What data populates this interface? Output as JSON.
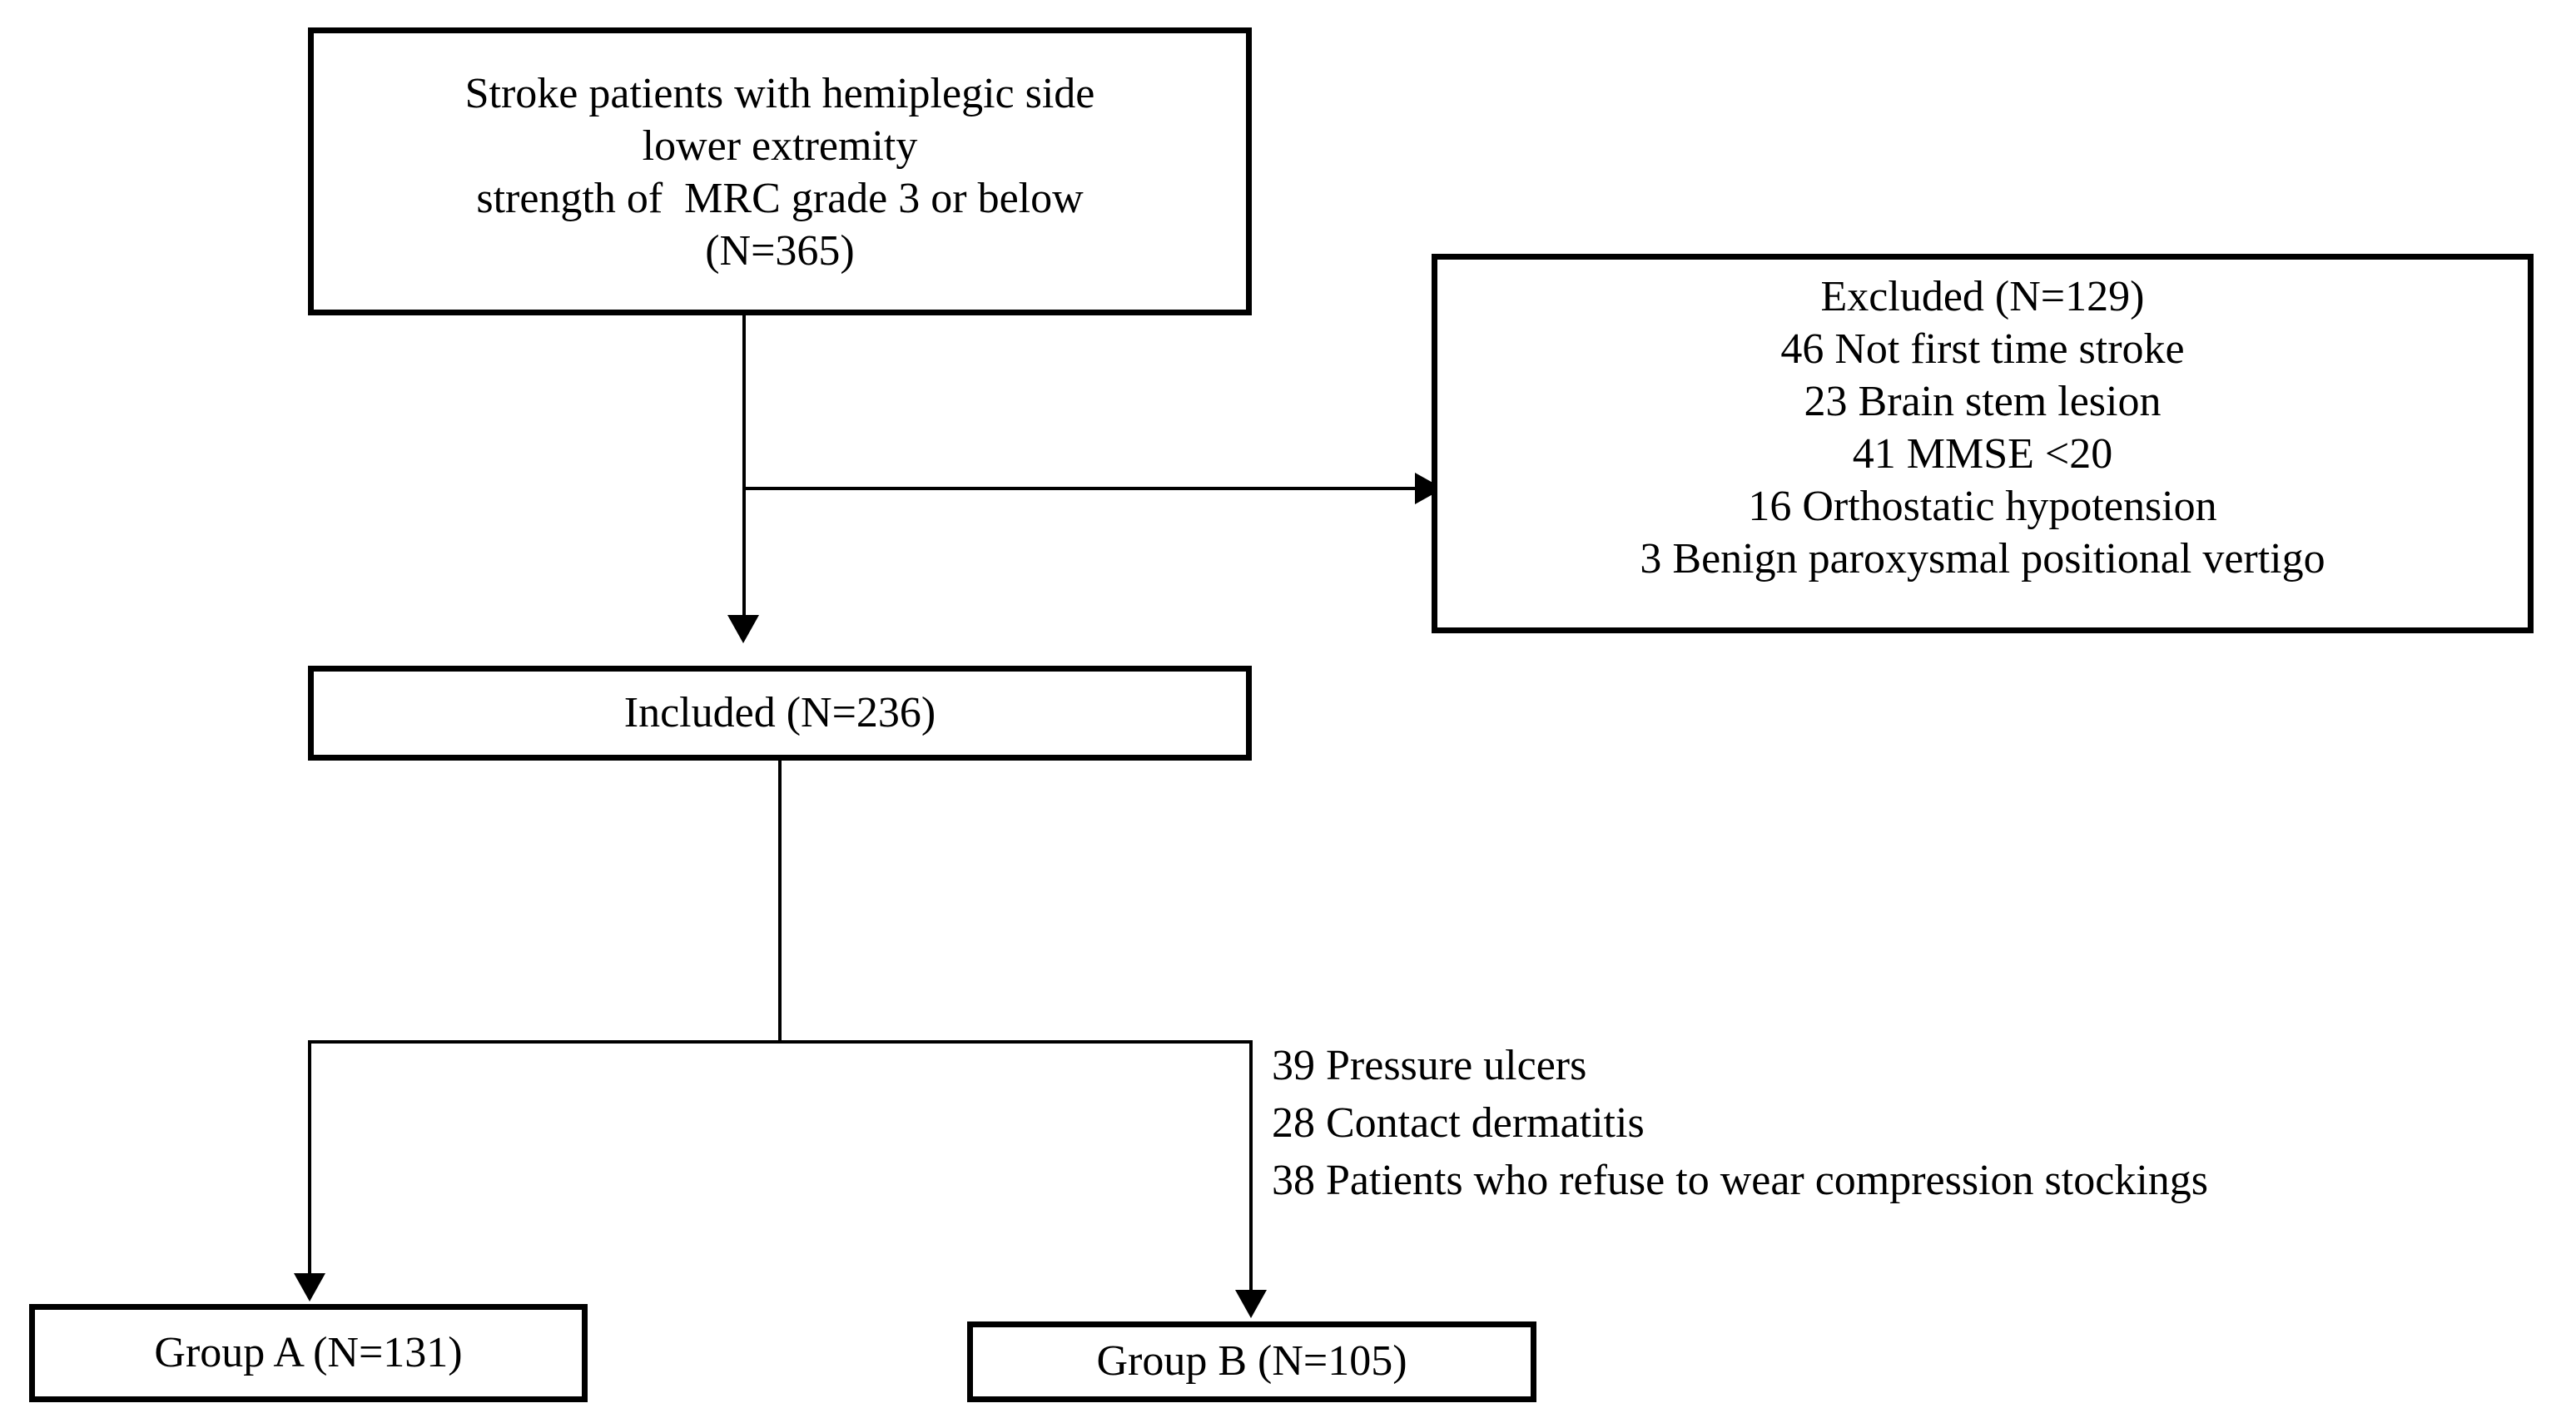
{
  "diagram": {
    "type": "participant-flow-diagram",
    "screened": {
      "lines": [
        "Stroke patients with hemiplegic side",
        "lower extremity",
        "strength of  MRC grade 3 or below",
        "(N=365)"
      ],
      "n": 365
    },
    "excluded": {
      "lines": [
        "Excluded (N=129)",
        "46 Not first time stroke",
        "23 Brain stem lesion",
        "41 MMSE <20",
        "16 Orthostatic hypotension",
        "3 Benign paroxysmal positional vertigo"
      ],
      "n": 129,
      "reasons": [
        {
          "count": 46,
          "label": "Not first time stroke"
        },
        {
          "count": 23,
          "label": "Brain stem lesion"
        },
        {
          "count": 41,
          "label": "MMSE <20"
        },
        {
          "count": 16,
          "label": "Orthostatic hypotension"
        },
        {
          "count": 3,
          "label": "Benign paroxysmal positional vertigo"
        }
      ]
    },
    "included": {
      "lines": [
        "Included (N=236)"
      ],
      "n": 236
    },
    "dropouts": {
      "lines": [
        "39 Pressure ulcers",
        "28 Contact dermatitis",
        "38 Patients who refuse to wear compression stockings"
      ],
      "reasons": [
        {
          "count": 39,
          "label": "Pressure ulcers"
        },
        {
          "count": 28,
          "label": "Contact dermatitis"
        },
        {
          "count": 38,
          "label": "Patients who refuse to wear compression stockings"
        }
      ]
    },
    "group_a": {
      "lines": [
        "Group A (N=131)"
      ],
      "n": 131
    },
    "group_b": {
      "lines": [
        "Group B (N=105)"
      ],
      "n": 105
    },
    "colors": {
      "stroke": "#000000",
      "background": "#ffffff",
      "text": "#000000"
    }
  }
}
